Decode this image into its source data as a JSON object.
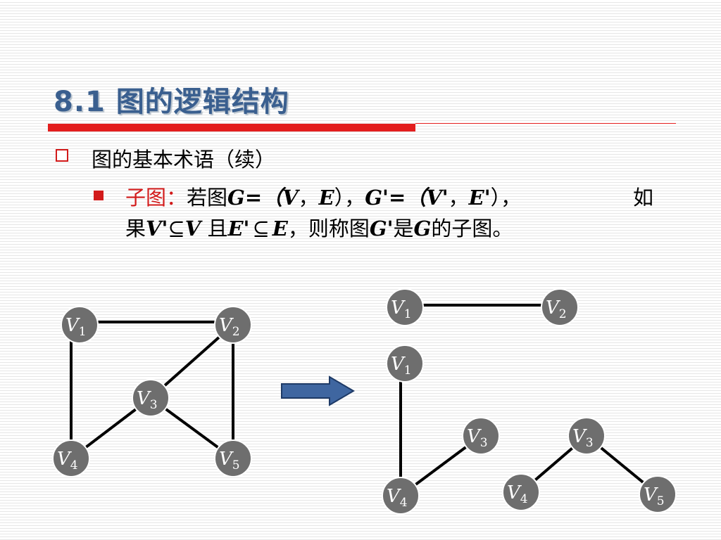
{
  "title": "8.1 图的逻辑结构",
  "bullet1": "图的基本术语（续）",
  "bullet2": {
    "term": "子图：",
    "line1_a": "若图",
    "G": "G",
    "eq1": "=（",
    "V": "V",
    "comma": "，",
    "E": "E",
    "close1": "），",
    "Gp": "G'",
    "eq2": "=（",
    "Vp": "V'",
    "Ep": "E'",
    "close2": "），",
    "ru": "如",
    "guo": "果",
    "subset": "⊆",
    "qie": " 且",
    "then": "，则称图",
    "shi": "是",
    "tail": "的子图。"
  },
  "vertex": {
    "letter": "V",
    "subs": [
      "1",
      "2",
      "3",
      "4",
      "5"
    ]
  },
  "colors": {
    "title": "#3a5f8f",
    "accent_red": "#d21a1a",
    "node": "#6e6e6e",
    "arrow": "#3f66a0"
  },
  "icons": {
    "transition": "right-arrow-icon"
  }
}
